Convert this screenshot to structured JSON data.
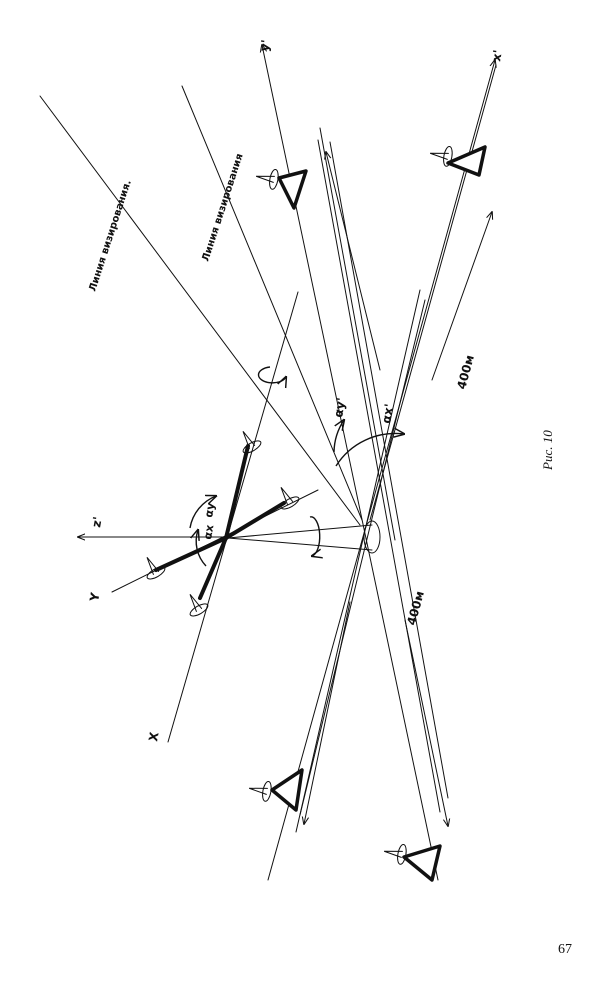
{
  "figure": {
    "labels": {
      "sight_line_1": "Линия визирования.",
      "sight_line_2": "Линия визирования",
      "dist_1": "400м",
      "dist_2": "400м",
      "axis_x": "X",
      "axis_y": "Y",
      "axis_z": "z'",
      "axis_x2": "x'",
      "axis_y2": "y'",
      "angle_y": "αy",
      "angle_x": "αx",
      "angle_y2": "αy'",
      "angle_x2": "αx'"
    }
  },
  "caption": "Рис. 10",
  "page_number": "67"
}
